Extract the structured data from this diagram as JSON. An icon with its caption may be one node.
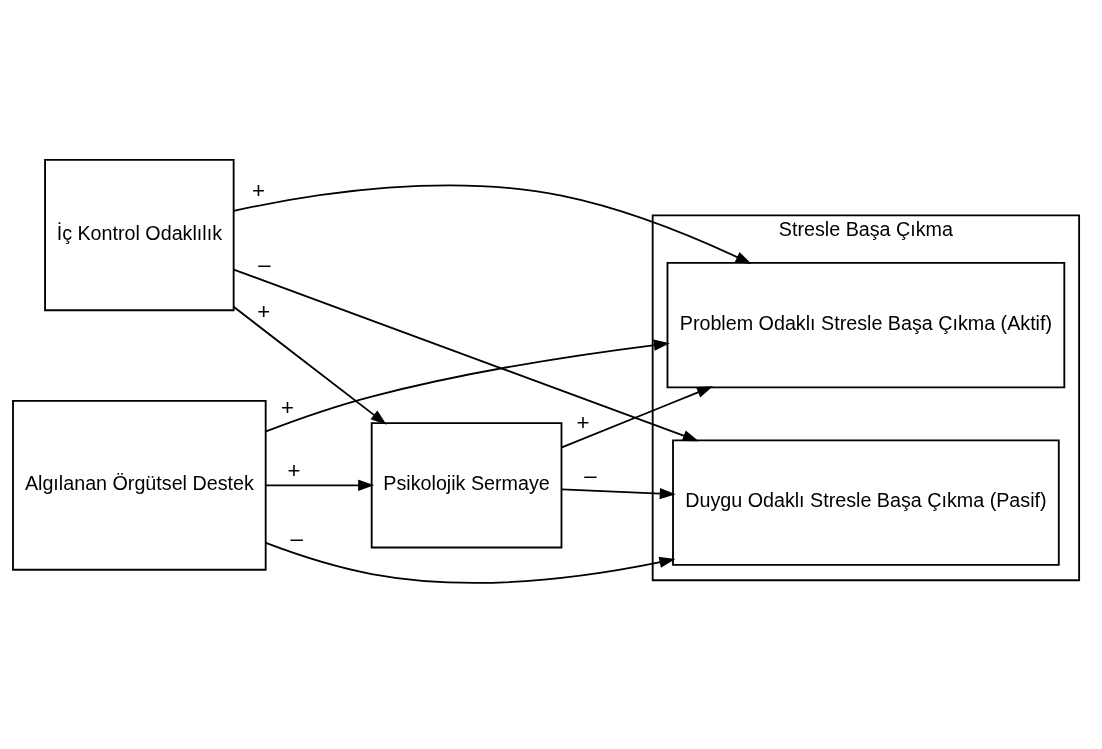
{
  "diagram": {
    "nodes": [
      {
        "text": [
          "İç Kontrol Odaklılık"
        ]
      },
      {
        "text": [
          "Algılanan Örgütsel Destek"
        ]
      },
      {
        "text": [
          "Psikolojik Sermaye"
        ]
      },
      {
        "text": [
          "Stresle Başa Çıkma"
        ]
      },
      {
        "text": [
          "Problem Odaklı Stresle Başa Çıkma (Aktif)"
        ],
        "in": 3
      },
      {
        "text": [
          "Duygu Odaklı Stresle Başa Çıkma (Pasif)"
        ],
        "in": 3
      }
    ],
    "edges": [
      {
        "from": 0,
        "to": 4,
        "arrow": "to",
        "label": "+"
      },
      {
        "from": 0,
        "to": 2,
        "arrow": "to",
        "label": "+"
      },
      {
        "from": 0,
        "to": 5,
        "arrow": "to",
        "label": "–"
      },
      {
        "from": 1,
        "to": 2,
        "arrow": "to",
        "label": "+"
      },
      {
        "from": 1,
        "to": 5,
        "arrow": "to",
        "label": "–"
      },
      {
        "from": 1,
        "to": 4,
        "arrow": "to",
        "label": "+"
      },
      {
        "from": 2,
        "to": 4,
        "arrow": "to",
        "label": "+"
      },
      {
        "from": 2,
        "to": 5,
        "arrow": "to",
        "label": "–"
      }
    ]
  }
}
